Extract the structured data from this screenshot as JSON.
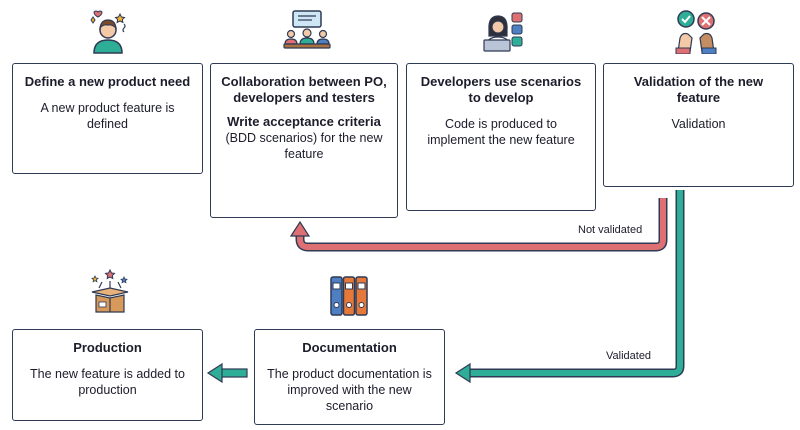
{
  "steps": {
    "define": {
      "title": "Define a new product need",
      "body": "A new product feature is defined"
    },
    "collab": {
      "title": "Collaboration between PO, developers and testers",
      "bold": "Write acceptance criteria",
      "body": "(BDD scenarios) for the new feature"
    },
    "develop": {
      "title": "Developers use scenarios to develop",
      "body": "Code is produced to implement the new feature"
    },
    "validation": {
      "title": "Validation of the new feature",
      "body": "Validation"
    },
    "documentation": {
      "title": "Documentation",
      "body": "The product documentation is improved with the new scenario"
    },
    "production": {
      "title": "Production",
      "body": "The new feature is added to production"
    }
  },
  "arrows": {
    "not_validated": "Not validated",
    "validated": "Validated"
  },
  "colors": {
    "border": "#2f3a54",
    "not_validated_arrow": "#de6f73",
    "validated_arrow": "#2fae97"
  },
  "icons": [
    "person-idea-icon",
    "meeting-icon",
    "developer-icon",
    "thumbs-check-cross-icon",
    "gift-box-icon",
    "binders-icon"
  ]
}
